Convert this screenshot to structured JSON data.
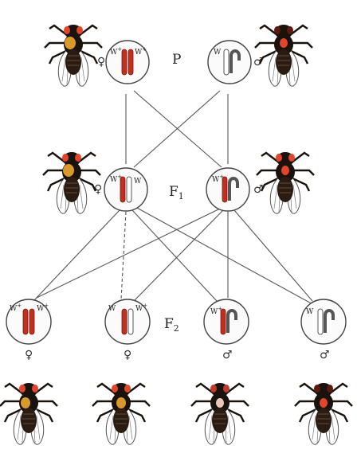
{
  "generations": {
    "p": "P",
    "f1": "F",
    "f1_sub": "1",
    "f2": "F",
    "f2_sub": "2"
  },
  "symbols": {
    "female": "♀",
    "male": "♂"
  },
  "alleles": {
    "w_plus": "W",
    "w_plus_sup": "+",
    "w": "W"
  },
  "colors": {
    "red_chromosome": "#c0301f",
    "white_chromosome": "#ffffff",
    "red_eye": "#e2452a",
    "fly_body": "#1a120c",
    "cell_border": "#444444"
  },
  "icons": {
    "red_eyed_fly": "fly-red-eye-icon",
    "white_eyed_fly": "fly-white-eye-icon"
  }
}
